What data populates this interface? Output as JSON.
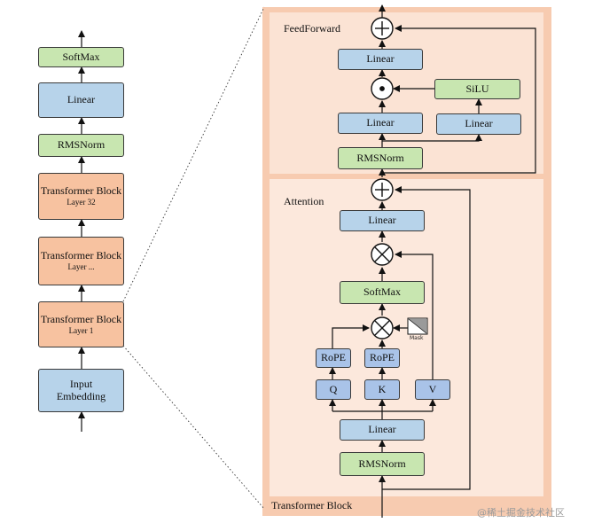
{
  "left_stack": {
    "softmax": "SoftMax",
    "linear": "Linear",
    "rmsnorm": "RMSNorm",
    "block_top": {
      "title": "Transformer Block",
      "layer": "Layer 32"
    },
    "block_mid": {
      "title": "Transformer Block",
      "layer": "Layer ..."
    },
    "block_bottom": {
      "title": "Transformer Block",
      "layer": "Layer 1"
    },
    "embedding": "Input Embedding"
  },
  "feedforward": {
    "label": "FeedForward",
    "linear_top": "Linear",
    "silu": "SiLU",
    "linear_left": "Linear",
    "linear_right": "Linear",
    "rmsnorm": "RMSNorm"
  },
  "attention": {
    "label": "Attention",
    "linear_top": "Linear",
    "softmax": "SoftMax",
    "rope_q": "RoPE",
    "rope_k": "RoPE",
    "q": "Q",
    "k": "K",
    "v": "V",
    "mask": "Mask",
    "linear_bottom": "Linear",
    "rmsnorm": "RMSNorm"
  },
  "block_label": "Transformer Block",
  "watermark": "@稀土掘金技术社区",
  "colors": {
    "outer_frame": "#f7cbb0",
    "feedforward_bg": "#fbe3d4",
    "attention_bg": "#fce8dc",
    "green_box": "#c8e6b0",
    "blue_box": "#b7d3ea",
    "orange_box": "#f7c2a0",
    "qkv_box": "#a9c3e8"
  }
}
